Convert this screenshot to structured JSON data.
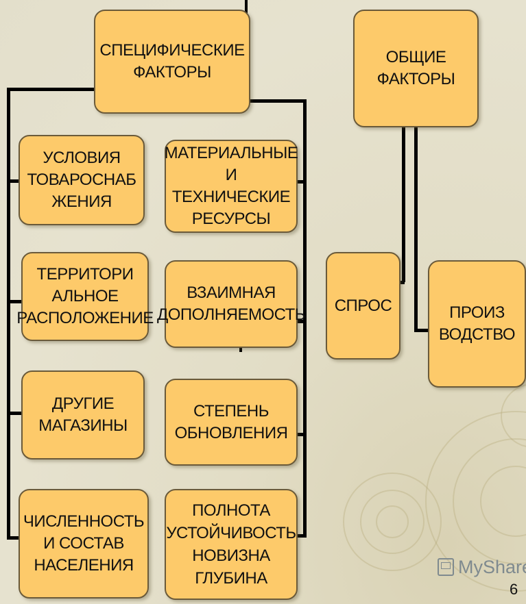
{
  "diagram": {
    "specific_factors": "СПЕЦИФИЧЕСКИЕ\nФАКТОРЫ",
    "general_factors": "ОБЩИЕ\nФАКТОРЫ",
    "left_column": [
      "УСЛОВИЯ\nТОВАРОСНАБ\nЖЕНИЯ",
      "ТЕРРИТОРИ\nАЛЬНОЕ\nРАСПОЛОЖЕНИЕ",
      "ДРУГИЕ\nМАГАЗИНЫ",
      "ЧИСЛЕННОСТЬ\nИ СОСТАВ\nНАСЕЛЕНИЯ"
    ],
    "middle_column": [
      "МАТЕРИАЛЬНЫЕ\nИ ТЕХНИЧЕСКИЕ\nРЕСУРСЫ",
      "ВЗАИМНАЯ\nДОПОЛНЯЕМОСТЬ",
      "СТЕПЕНЬ\nОБНОВЛЕНИЯ",
      "ПОЛНОТА\nУСТОЙЧИВОСТЬ\nНОВИЗНА\nГЛУБИНА"
    ],
    "demand": "СПРОС",
    "production": "ПРОИЗ\nВОДСТВО"
  },
  "footer": {
    "watermark": "MyShared",
    "page_number": "6"
  }
}
